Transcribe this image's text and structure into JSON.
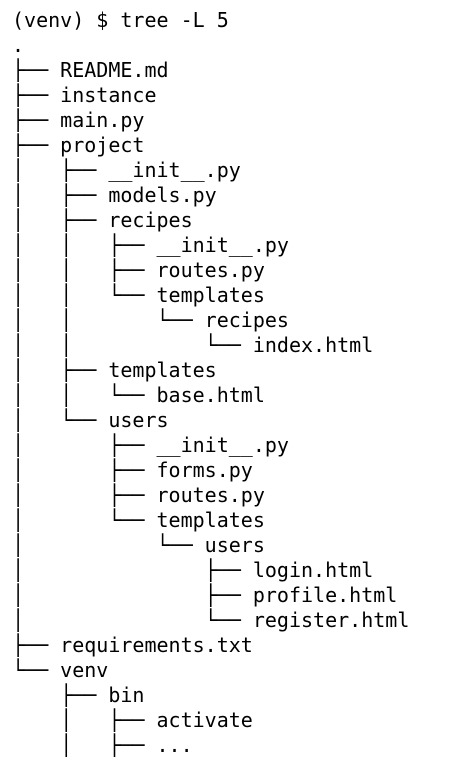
{
  "terminal": {
    "prompt": "(venv) $ ",
    "command": "tree -L 5",
    "lines": [
      ".",
      "├── README.md",
      "├── instance",
      "├── main.py",
      "├── project",
      "│   ├── __init__.py",
      "│   ├── models.py",
      "│   ├── recipes",
      "│   │   ├── __init__.py",
      "│   │   ├── routes.py",
      "│   │   └── templates",
      "│   │       └── recipes",
      "│   │           └── index.html",
      "│   ├── templates",
      "│   │   └── base.html",
      "│   └── users",
      "│       ├── __init__.py",
      "│       ├── forms.py",
      "│       ├── routes.py",
      "│       └── templates",
      "│           └── users",
      "│               ├── login.html",
      "│               ├── profile.html",
      "│               └── register.html",
      "├── requirements.txt",
      "└── venv",
      "    ├── bin",
      "    │   ├── activate",
      "    │   ├── ..."
    ]
  }
}
